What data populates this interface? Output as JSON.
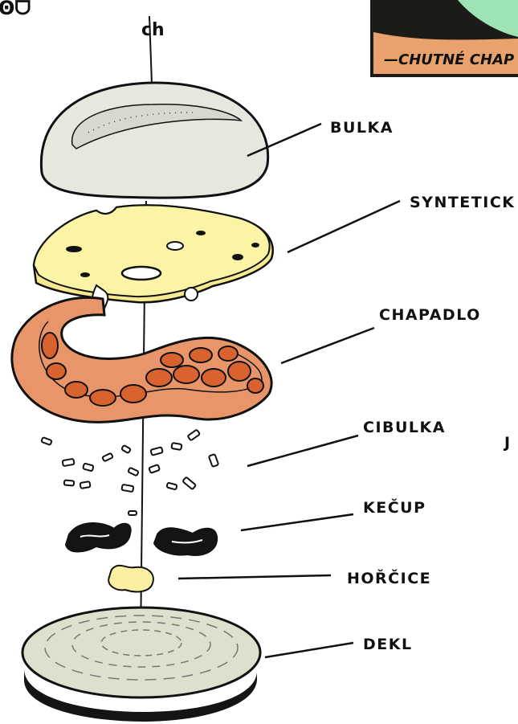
{
  "top_left_glyph": "Ꙩᗜ",
  "toothpick_flag": "ch",
  "banner": {
    "text": "—CHUTNÉ CHAP",
    "colors": {
      "ground": "#e9a26c",
      "sky": "#9ee3b6",
      "dark": "#1d1b17"
    }
  },
  "labels": {
    "bulka": "BULKA",
    "syntetick": "SYNTETICK",
    "chapadlo": "CHAPADLO",
    "cibulka": "CIBULKA",
    "side_j": "J",
    "kecup": "KEČUP",
    "horcice": "HOŘČICE",
    "dekl": "DEKL"
  },
  "colors": {
    "bun": "#e6e7df",
    "cheese": "#fbf4a5",
    "tentacle": "#e9956a",
    "sucker": "#d9632e",
    "sauce": "#141414",
    "mustard": "#fbf0a2",
    "bottom_bun": "#dde0cc",
    "ink": "#111111"
  }
}
